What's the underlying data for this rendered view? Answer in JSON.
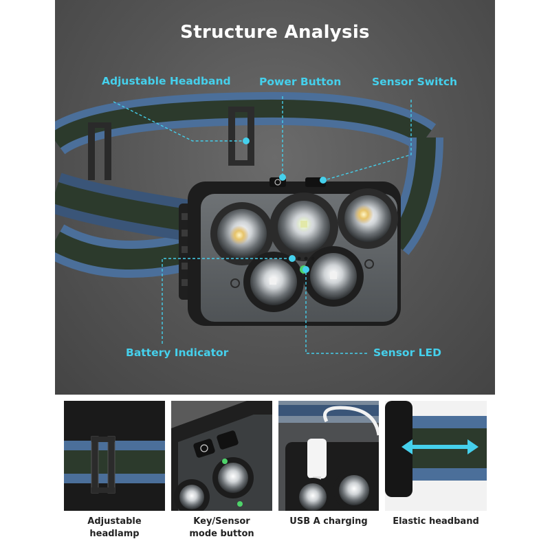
{
  "title": "Structure Analysis",
  "callouts": {
    "adjustable_headband": "Adjustable Headband",
    "power_button": "Power Button",
    "sensor_switch": "Sensor Switch",
    "battery_indicator": "Battery Indicator",
    "sensor_led": "Sensor LED"
  },
  "thumbnails": [
    {
      "caption": "Adjustable headlamp"
    },
    {
      "caption": "Key/Sensor mode button"
    },
    {
      "caption": "USB A charging"
    },
    {
      "caption": "Elastic headband"
    }
  ],
  "colors": {
    "accent": "#45d0ec",
    "hero_bg": "#545454",
    "strap_blue": "#4b6f9a",
    "strap_green": "#2c3a2c",
    "caption": "#222222"
  }
}
